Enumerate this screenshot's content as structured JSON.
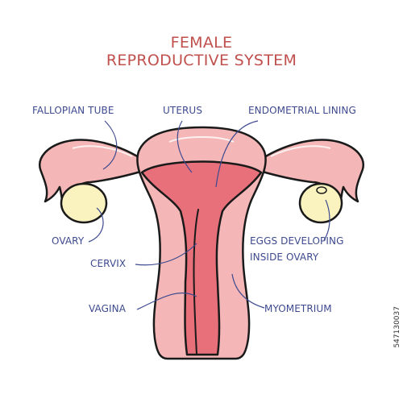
{
  "title": {
    "line1": "FEMALE",
    "line2": "REPRODUCTIVE SYSTEM"
  },
  "labels": {
    "fallopian_tube": "FALLOPIAN TUBE",
    "uterus": "UTERUS",
    "endometrial_lining": "ENDOMETRIAL LINING",
    "ovary": "OVARY",
    "cervix": "CERVIX",
    "vagina": "VAGINA",
    "eggs_line1": "EGGS DEVELOPING",
    "eggs_line2": "INSIDE OVARY",
    "myometrium": "MYOMETRIUM"
  },
  "stock_id": "547130037",
  "colors": {
    "title": "#c0504d",
    "label": "#3e4a8f",
    "outline": "#1a1a1a",
    "tissue": "#f4b6b6",
    "endometrium": "#e8707a",
    "ovary": "#faf3c0"
  }
}
